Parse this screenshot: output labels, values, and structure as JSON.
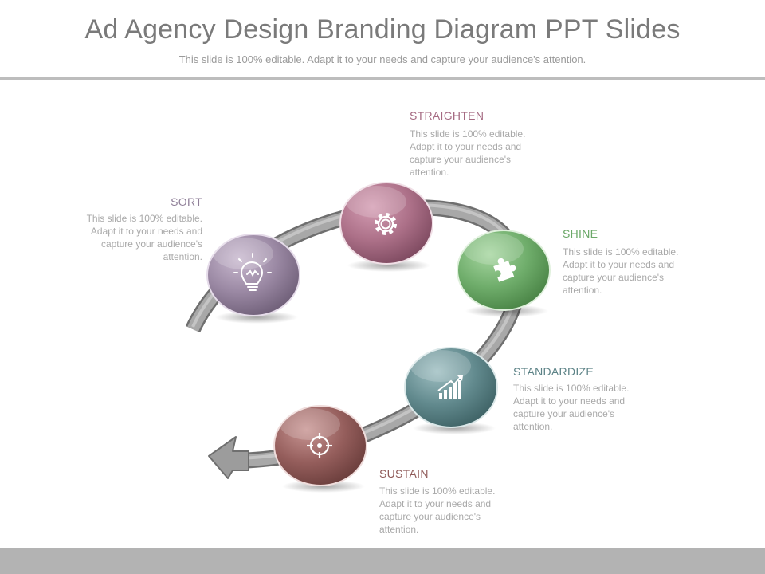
{
  "header": {
    "title": "Ad Agency Design Branding Diagram PPT Slides",
    "subtitle": "This slide is 100% editable. Adapt it to your needs and capture your audience's attention."
  },
  "steps": [
    {
      "label": "SORT",
      "text": "This slide is 100% editable. Adapt it to your needs and capture your audience's attention.",
      "color": "#8f7f98",
      "icon": "lightbulb-icon"
    },
    {
      "label": "STRAIGHTEN",
      "text": "This slide is 100% editable. Adapt it to your needs and capture your audience's attention.",
      "color": "#a56a82",
      "icon": "gear-icon"
    },
    {
      "label": "SHINE",
      "text": "This slide is 100% editable. Adapt it to your needs and capture your audience's attention.",
      "color": "#6ba868",
      "icon": "puzzle-icon"
    },
    {
      "label": "STANDARDIZE",
      "text": "This slide is 100% editable. Adapt it to your needs and capture your audience's attention.",
      "color": "#5d8387",
      "icon": "growth-chart-icon"
    },
    {
      "label": "SUSTAIN",
      "text": "This slide is 100% editable. Adapt it to your needs and capture your audience's attention.",
      "color": "#8f5a58",
      "icon": "target-icon"
    }
  ]
}
